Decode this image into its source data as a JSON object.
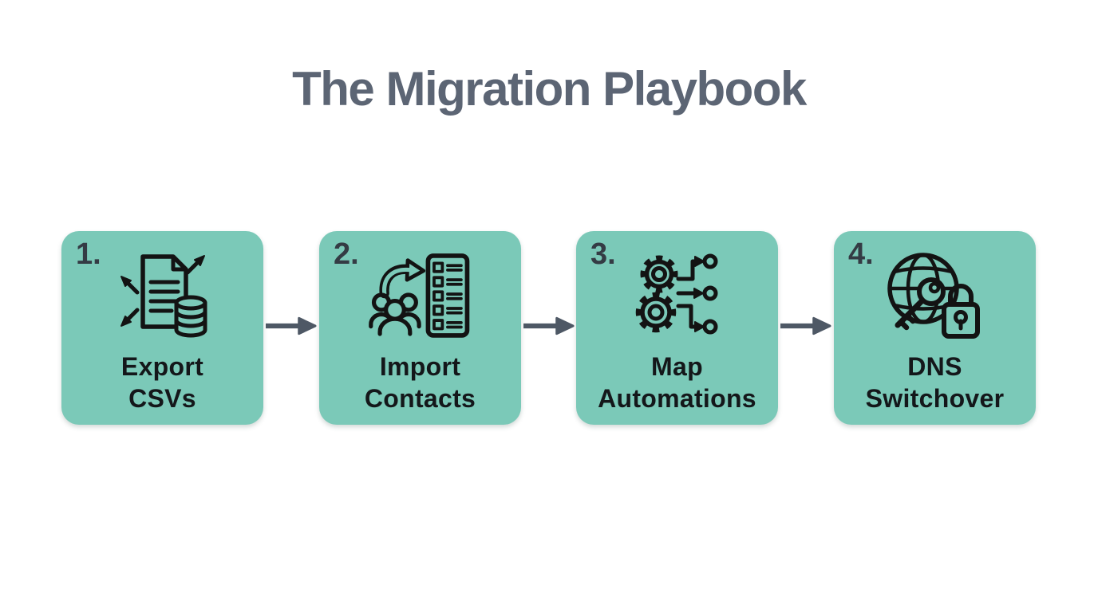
{
  "title": "The Migration Playbook",
  "colors": {
    "page-bg": "#ffffff",
    "box-bg": "#7bc9b8",
    "title-text": "#5c6574",
    "arrow": "#4e5865",
    "number-text": "#343b44",
    "label-text": "#14171a",
    "icon-stroke": "#131313"
  },
  "steps": [
    {
      "number": "1.",
      "label_line1": "Export",
      "label_line2": "CSVs",
      "icon": "export-csvs-icon"
    },
    {
      "number": "2.",
      "label_line1": "Import",
      "label_line2": "Contacts",
      "icon": "import-contacts-icon"
    },
    {
      "number": "3.",
      "label_line1": "Map",
      "label_line2": "Automations",
      "icon": "map-automations-icon"
    },
    {
      "number": "4.",
      "label_line1": "DNS",
      "label_line2": "Switchover",
      "icon": "dns-switchover-icon"
    }
  ],
  "connector": {
    "icon": "right-arrow-icon",
    "count": 3
  }
}
